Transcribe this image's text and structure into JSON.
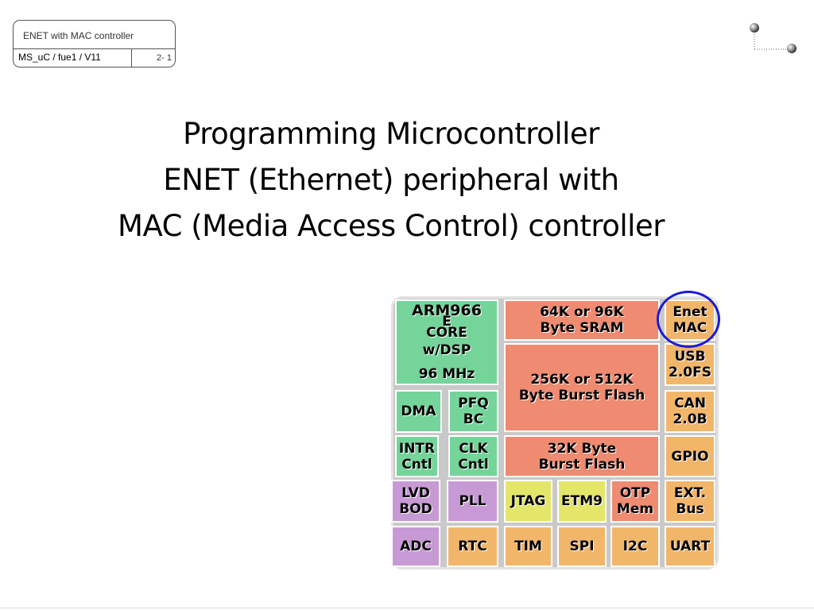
{
  "header": {
    "topic": "ENET with MAC controller",
    "course": "MS_uC / fue1 / V11",
    "page": "2- 1"
  },
  "title": {
    "line1": "Programming Microcontroller",
    "line2": "ENET (Ethernet) peripheral with",
    "line3": "MAC (Media Access Control) controller"
  },
  "diagram": {
    "arm_core": {
      "line1": "ARM966",
      "line2": "E",
      "line3": "CORE",
      "line4": "w/DSP",
      "line5": "96 MHz"
    },
    "sram": {
      "line1": "64K or 96K",
      "line2": "Byte SRAM"
    },
    "enet": {
      "line1": "Enet",
      "line2": "MAC"
    },
    "usb": {
      "line1": "USB",
      "line2": "2.0FS"
    },
    "burst_flash": {
      "line1": "256K or 512K",
      "line2": "Byte Burst Flash"
    },
    "can": {
      "line1": "CAN",
      "line2": "2.0B"
    },
    "dma": "DMA",
    "pfq": {
      "line1": "PFQ",
      "line2": "BC"
    },
    "intr": {
      "line1": "INTR",
      "line2": "Cntl"
    },
    "clk": {
      "line1": "CLK",
      "line2": "Cntl"
    },
    "flash32": {
      "line1": "32K Byte",
      "line2": "Burst Flash"
    },
    "gpio": "GPIO",
    "lvd": {
      "line1": "LVD",
      "line2": "BOD"
    },
    "pll": "PLL",
    "jtag": "JTAG",
    "etm9": "ETM9",
    "otp": {
      "line1": "OTP",
      "line2": "Mem"
    },
    "ext_bus": {
      "line1": "EXT.",
      "line2": "Bus"
    },
    "adc": "ADC",
    "rtc": "RTC",
    "tim": "TIM",
    "spi": "SPI",
    "i2c": "I2C",
    "uart": "UART",
    "highlight_color": "#1a1ad8"
  }
}
